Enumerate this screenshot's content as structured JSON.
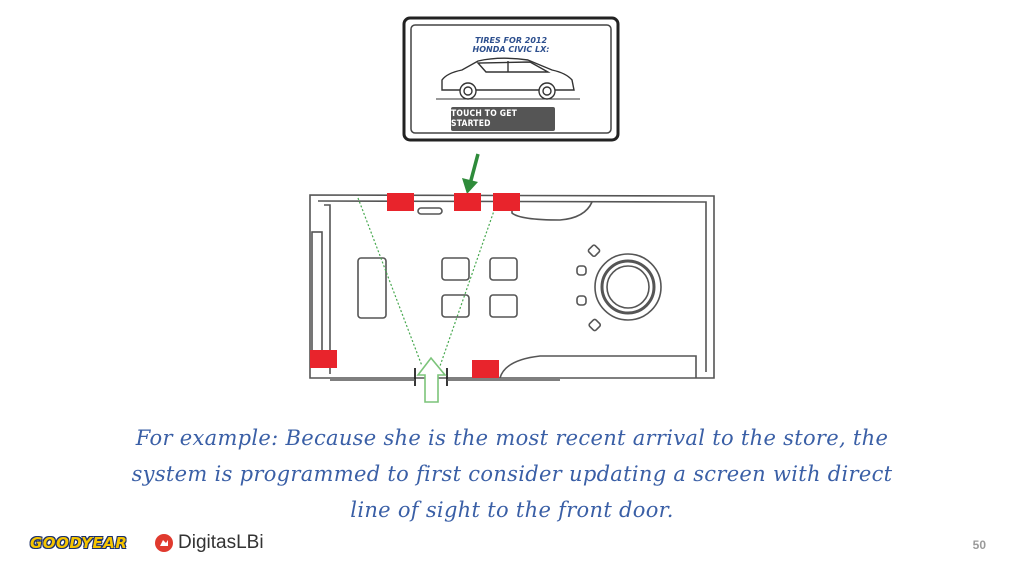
{
  "kiosk": {
    "title_line1": "TIRES FOR 2012",
    "title_line2": "HONDA CIVIC LX:",
    "button_label": "TOUCH TO GET STARTED"
  },
  "caption": "For example: Because she is the most recent arrival to the store, the system is programmed to first consider updating a screen with direct line of sight to the front door.",
  "footer": {
    "goodyear_logo": "GOODYEAR",
    "digitas_logo": "DigitasLBi",
    "page_number": "50"
  },
  "colors": {
    "screen_marker": "#e8242c",
    "active_arrow": "#2e8b3a",
    "sight_line": "#47a84f",
    "entry_arrow": "#7cc47a",
    "caption": "#3a5fa6",
    "sketch_line": "#555555"
  }
}
